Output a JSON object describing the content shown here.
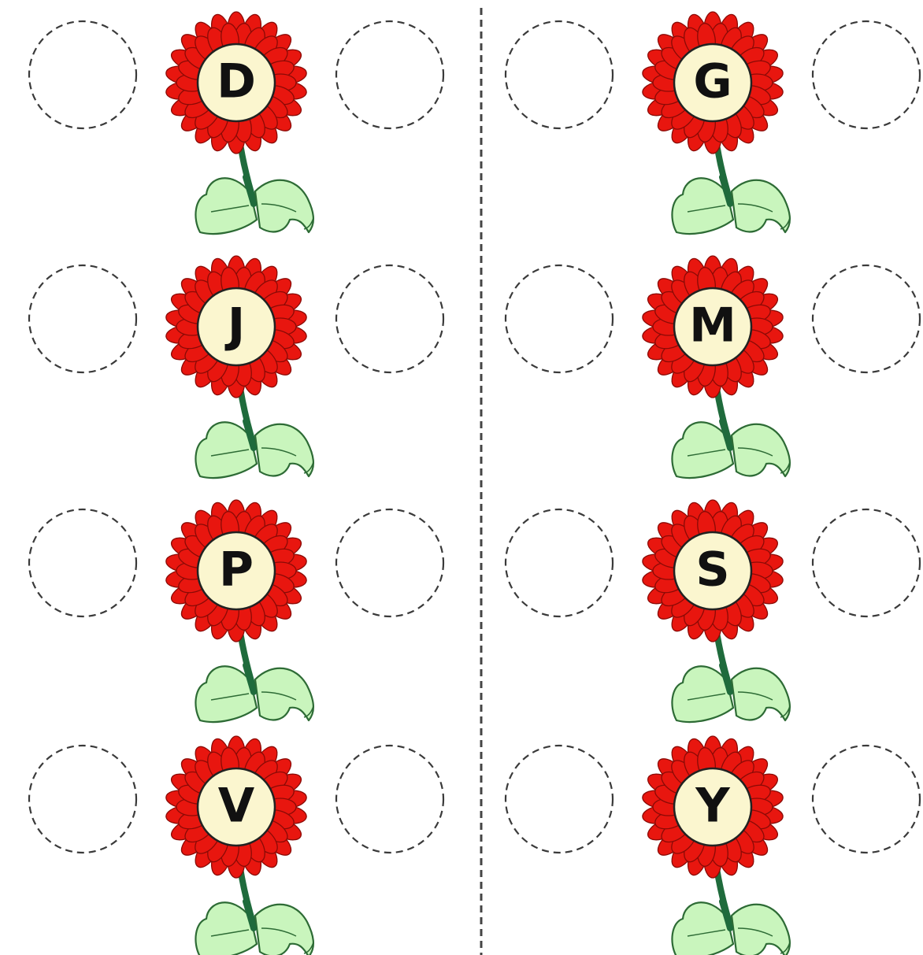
{
  "worksheet": {
    "rows": [
      {
        "left": {
          "letter": "D"
        },
        "right": {
          "letter": "G"
        }
      },
      {
        "left": {
          "letter": "J"
        },
        "right": {
          "letter": "M"
        }
      },
      {
        "left": {
          "letter": "P"
        },
        "right": {
          "letter": "S"
        }
      },
      {
        "left": {
          "letter": "V"
        },
        "right": {
          "letter": "Y"
        }
      }
    ]
  },
  "colors": {
    "petal": "#e8160f",
    "petal_outline": "#8a0a06",
    "flower_center": "#fbf6cf",
    "stem": "#1f6b3c",
    "leaf": "#c9f5bd",
    "leaf_outline": "#2d6b35",
    "dashed_circle": "#3a3a3a",
    "divider": "#444444"
  }
}
